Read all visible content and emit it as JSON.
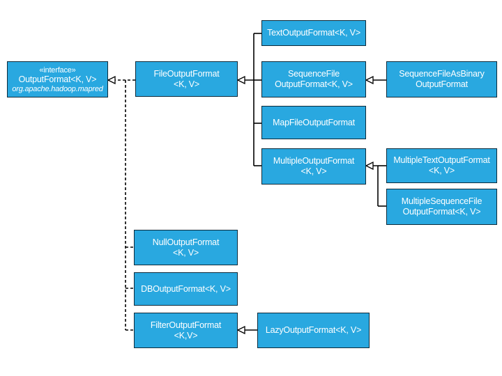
{
  "nodes": {
    "output_format": {
      "stereotype": "«interface»",
      "name": "OutputFormat<K, V>",
      "package": "org.apache.hadoop.mapred"
    },
    "file_output_format": {
      "line1": "FileOutputFormat",
      "line2": "<K, V>"
    },
    "text_output_format": {
      "line1": "TextOutputFormat<K, V>"
    },
    "sequence_file_output_format": {
      "line1": "SequenceFile",
      "line2": "OutputFormat<K, V>"
    },
    "sequence_file_as_binary_output_format": {
      "line1": "SequenceFileAsBinary",
      "line2": "OutputFormat"
    },
    "map_file_output_format": {
      "line1": "MapFileOutputFormat"
    },
    "multiple_output_format": {
      "line1": "MultipleOutputFormat",
      "line2": "<K, V>"
    },
    "multiple_text_output_format": {
      "line1": "MultipleTextOutputFormat",
      "line2": "<K, V>"
    },
    "multiple_sequence_file_output_format": {
      "line1": "MultipleSequenceFile",
      "line2": "OutputFormat<K, V>"
    },
    "null_output_format": {
      "line1": "NullOutputFormat",
      "line2": "<K, V>"
    },
    "db_output_format": {
      "line1": "DBOutputFormat<K, V>"
    },
    "filter_output_format": {
      "line1": "FilterOutputFormat",
      "line2": "<K,V>"
    },
    "lazy_output_format": {
      "line1": "LazyOutputFormat<K, V>"
    }
  },
  "colors": {
    "box_fill": "#29a8e0",
    "box_border": "#0d2a3a",
    "box_text": "#ffffff",
    "line": "#000000"
  }
}
